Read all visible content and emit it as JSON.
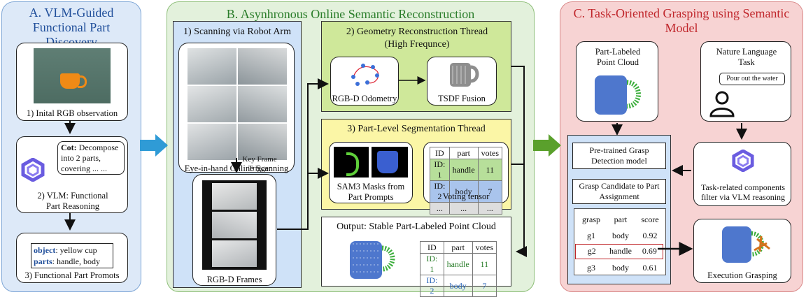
{
  "colors": {
    "panel_a": "#dde9f8",
    "panel_b": "#e3f1dc",
    "panel_c": "#f7d3d3",
    "geom_box": "#cfe89a",
    "seg_box": "#fbf6a6",
    "scan_box": "#cfe2f8"
  },
  "panel_a": {
    "title": "A. VLM-Guided Functional Part Discovery",
    "step1": "1) Inital RGB observation",
    "cot_label": "Cot:",
    "cot_text": "Decompose into 2 parts, covering ... ...",
    "step2": "2) VLM: Functional Part Reasoning",
    "object_label": "object",
    "object_value": ": yellow cup",
    "parts_label": "parts",
    "parts_value": ": handle, body",
    "step3": "3) Functional Part Promots"
  },
  "panel_b": {
    "title": "B. Asynhronous Online Semantic Reconstruction",
    "scan_title": "1) Scanning via Robot Arm",
    "scan_caption": "Eye-in-hand Online Scanning",
    "key_frame": "Key Frame Trigger",
    "rgbd_frames": "RGB-D Frames",
    "geom_title": "2) Geometry Reconstruction Thread (High Frequnce)",
    "odometry": "RGB-D Odometry",
    "tsdf": "TSDF Fusion",
    "seg_title": "3) Part-Level Segmentation Thread",
    "masks_caption": "SAM3 Masks from Part Prompts",
    "voting_caption": "Voting tensor",
    "voting_table": {
      "headers": [
        "ID",
        "part",
        "votes"
      ],
      "rows": [
        [
          "ID: 1",
          "handle",
          "11"
        ],
        [
          "ID: 2",
          "body",
          "7"
        ],
        [
          "...",
          "...",
          "..."
        ]
      ]
    },
    "output_title": "Output: Stable Part-Labeled Point Cloud",
    "output_table": {
      "headers": [
        "ID",
        "part",
        "votes"
      ],
      "rows": [
        [
          "ID: 1",
          "handle",
          "11"
        ],
        [
          "ID: 2",
          "body",
          "7"
        ]
      ]
    }
  },
  "panel_c": {
    "title": "C. Task-Oriented Grasping using Semantic Model",
    "pc_label": "Part-Labeled Point Cloud",
    "task_label": "Nature Language Task",
    "speech": "Pour out the water",
    "grasp_model": "Pre-trained Grasp Detection model",
    "assignment": "Grasp Candidate to Part Assignment",
    "grasp_table": {
      "headers": [
        "grasp",
        "part",
        "score"
      ],
      "rows": [
        [
          "g1",
          "body",
          "0.92"
        ],
        [
          "g2",
          "handle",
          "0.69"
        ],
        [
          "g3",
          "body",
          "0.61"
        ]
      ]
    },
    "filter_label": "Task-related components filter via VLM reasoning",
    "execution": "Execution Grasping"
  }
}
